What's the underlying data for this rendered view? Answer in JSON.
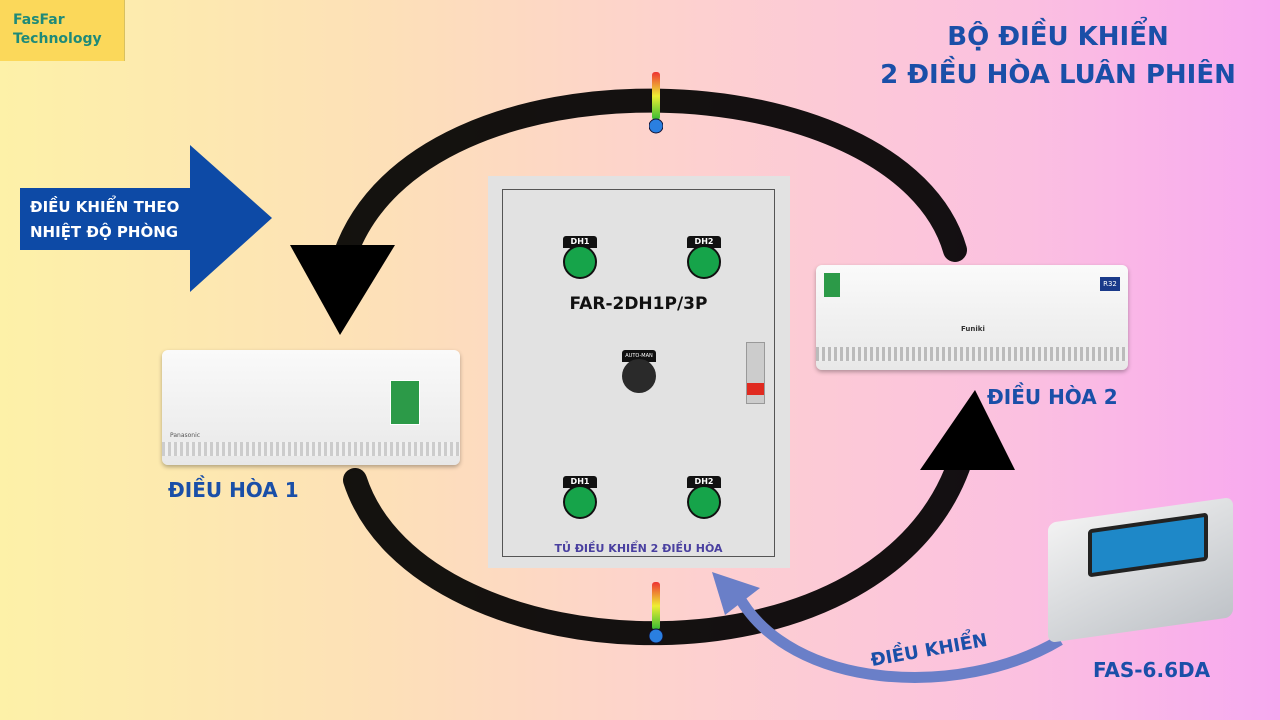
{
  "logo": {
    "line1": "FasFar",
    "line2": "Technology"
  },
  "title": {
    "line1": "BỘ ĐIỀU KHIỂN",
    "line2": "2 ĐIỀU HÒA LUÂN PHIÊN"
  },
  "arrow_note": {
    "line1": "ĐIỀU KHIỂN THEO",
    "line2": "NHIỆT ĐỘ PHÒNG"
  },
  "ac1": {
    "label": "ĐIỀU HÒA 1",
    "brand": "Panasonic"
  },
  "ac2": {
    "label": "ĐIỀU HÒA 2",
    "brand": "Funiki",
    "badge": "R32"
  },
  "cabinet": {
    "model": "FAR-2DH1P/3P",
    "name": "TỦ ĐIỀU KHIỂN 2 ĐIỀU HÒA",
    "lamps": [
      "DH1",
      "DH2",
      "DH1",
      "DH2"
    ],
    "selector": "AUTO-MAN"
  },
  "controller": {
    "label": "FAS-6.6DA",
    "action": "ĐIỀU KHIỂN"
  },
  "colors": {
    "accent": "#1a4fa8",
    "arrow": "#0d4aa6",
    "lamp": "#16a44a"
  }
}
